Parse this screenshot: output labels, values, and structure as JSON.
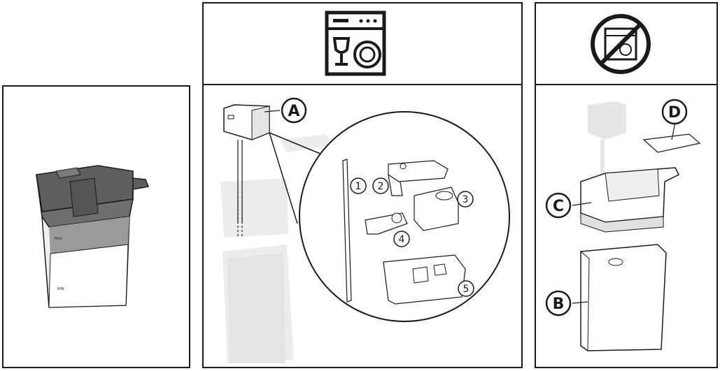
{
  "labels": {
    "A": "A",
    "B": "B",
    "C": "C",
    "D": "D"
  },
  "parts": [
    "1",
    "2",
    "3",
    "4",
    "5"
  ],
  "icons": {
    "dishwasher_safe": "dishwasher-icon",
    "not_dishwasher_safe": "no-dishwasher-icon"
  },
  "colors": {
    "line": "#1a1a1a",
    "lid_dark": "#6e6e6e",
    "ghost": "#e6e6e6"
  }
}
